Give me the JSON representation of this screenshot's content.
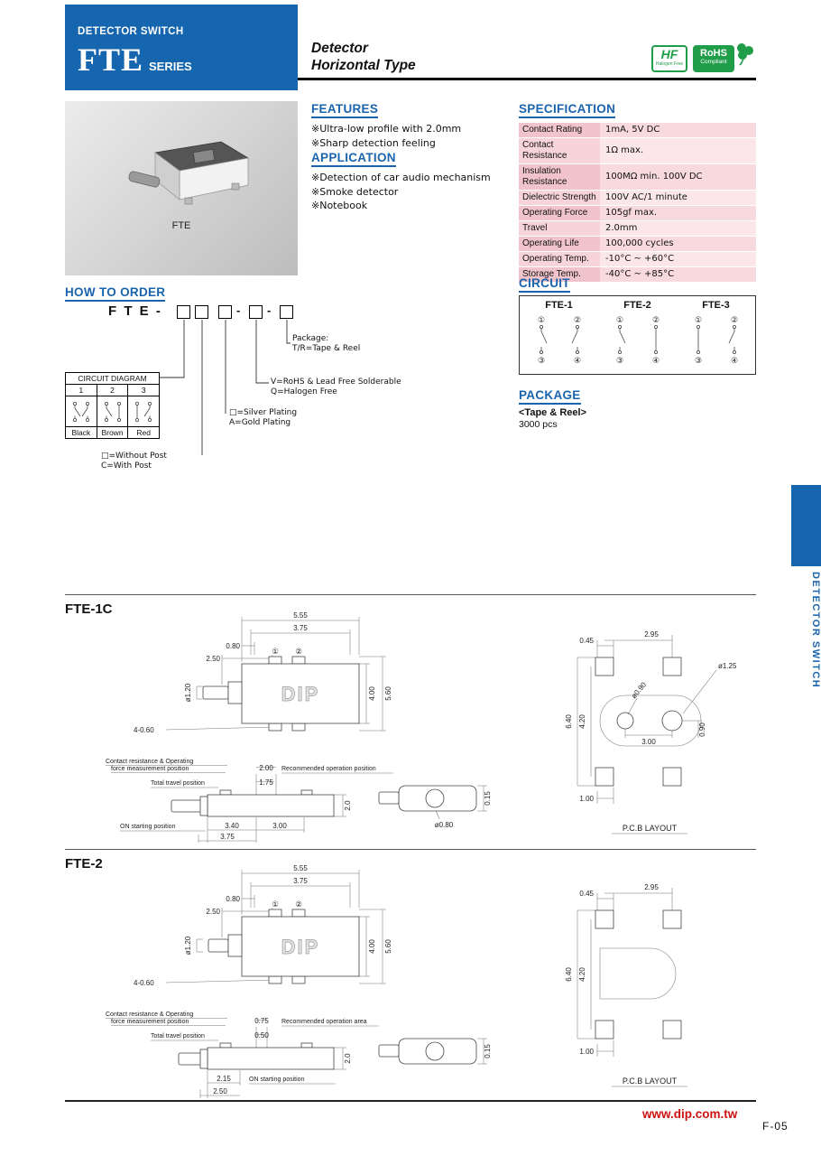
{
  "header": {
    "category": "DETECTOR SWITCH",
    "series": "FTE",
    "series_word": "SERIES",
    "product_type_line1": "Detector",
    "product_type_line2": "Horizontal Type",
    "hf_badge": {
      "abbr": "HF",
      "label": "Halogen Free"
    },
    "rohs_badge": {
      "abbr": "RoHS",
      "label": "Compliant"
    }
  },
  "product_image": {
    "caption": "FTE"
  },
  "features": {
    "title": "FEATURES",
    "items": [
      "※Ultra-low profile with 2.0mm",
      "※Sharp detection feeling"
    ]
  },
  "application": {
    "title": "APPLICATION",
    "items": [
      "※Detection of car audio mechanism",
      "※Smoke detector",
      "※Notebook"
    ]
  },
  "specification": {
    "title": "SPECIFICATION",
    "rows": [
      {
        "label": "Contact Rating",
        "value": "1mA, 5V DC"
      },
      {
        "label": "Contact Resistance",
        "value": "1Ω max."
      },
      {
        "label": "Insulation Resistance",
        "value": "100MΩ min. 100V DC"
      },
      {
        "label": "Dielectric Strength",
        "value": "100V AC/1 minute"
      },
      {
        "label": "Operating Force",
        "value": "105gf max."
      },
      {
        "label": "Travel",
        "value": "2.0mm"
      },
      {
        "label": "Operating Life",
        "value": "100,000 cycles"
      },
      {
        "label": "Operating Temp.",
        "value": "-10°C ~ +60°C"
      },
      {
        "label": "Storage Temp.",
        "value": "-40°C ~ +85°C"
      }
    ]
  },
  "how_to_order": {
    "title": "HOW TO ORDER",
    "code_prefix": "F T E -",
    "dash": "-",
    "package_note_1": "Package:",
    "package_note_2": "T/R=Tape & Reel",
    "solder_note_1": "V=RoHS & Lead Free Solderable",
    "solder_note_2": "Q=Halogen Free",
    "plating_note_1": "□=Silver Plating",
    "plating_note_2": "A=Gold Plating",
    "post_note_1": "□=Without Post",
    "post_note_2": "C=With Post",
    "circuit_diagram": {
      "title": "CIRCUIT DIAGRAM",
      "columns": [
        "1",
        "2",
        "3"
      ],
      "colors": [
        "Black",
        "Brown",
        "Red"
      ]
    }
  },
  "circuit": {
    "title": "CIRCUIT",
    "variants": [
      {
        "name": "FTE-1",
        "terminals": [
          "①",
          "②",
          "③",
          "④"
        ]
      },
      {
        "name": "FTE-2",
        "terminals": [
          "①",
          "②",
          "③",
          "④"
        ]
      },
      {
        "name": "FTE-3",
        "terminals": [
          "①",
          "②",
          "③",
          "④"
        ]
      }
    ]
  },
  "package": {
    "title": "PACKAGE",
    "type": "<Tape & Reel>",
    "quantity": "3000 pcs"
  },
  "side_tab": {
    "label": "DETECTOR SWITCH"
  },
  "drawings": {
    "fte1c": {
      "name": "FTE-1C",
      "logo": "DIP",
      "t1": "①",
      "t2": "②",
      "dim_555": "5.55",
      "dim_375": "3.75",
      "dim_080": "0.80",
      "dim_250": "2.50",
      "dim_400": "4.00",
      "dim_560": "5.60",
      "dim_dia120": "ø1.20",
      "dim_4_060": "4-0.60",
      "note_contact_1": "Contact resistance & Operating",
      "note_contact_2": "force measurement position",
      "dim_200": "2.00",
      "note_recommended": "Recommended operation position",
      "note_travel": "Total travel position",
      "dim_175": "1.75",
      "dim_20": "2.0",
      "dim_015": "0.15",
      "note_on": "ON starting position",
      "dim_340": "3.40",
      "dim_300": "3.00",
      "dim_375b": "3.75",
      "dim_dia080": "ø0.80",
      "pcb_045": "0.45",
      "pcb_295": "2.95",
      "pcb_dia090": "ø0.90",
      "pcb_dia125": "ø1.25",
      "pcb_640": "6.40",
      "pcb_420": "4.20",
      "pcb_300": "3.00",
      "pcb_090": "0.90",
      "pcb_100": "1.00",
      "pcb_title": "P.C.B LAYOUT"
    },
    "fte2": {
      "name": "FTE-2",
      "logo": "DIP",
      "t1": "①",
      "t2": "②",
      "dim_555": "5.55",
      "dim_375": "3.75",
      "dim_080": "0.80",
      "dim_250": "2.50",
      "dim_400": "4.00",
      "dim_560": "5.60",
      "dim_dia120": "ø1.20",
      "dim_4_060": "4-0.60",
      "note_contact_1": "Contact resistance & Operating",
      "note_contact_2": "force measurement position",
      "dim_075": "0.75",
      "note_recommended": "Recommended operation area",
      "note_travel": "Total travel position",
      "dim_050": "0.50",
      "dim_20": "2.0",
      "dim_015": "0.15",
      "dim_215": "2.15",
      "note_on": "ON starting position",
      "dim_250b": "2.50",
      "pcb_045": "0.45",
      "pcb_295": "2.95",
      "pcb_640": "6.40",
      "pcb_420": "4.20",
      "pcb_100": "1.00",
      "pcb_title": "P.C.B LAYOUT"
    }
  },
  "footer": {
    "website": "www.dip.com.tw",
    "page_number": "F-05"
  },
  "colors": {
    "brand_blue": "#1565af",
    "table_pink_dark": "#f1c3cb",
    "table_pink_light": "#f7d9de",
    "badge_green": "#1f9d49",
    "footer_red": "#cc1111"
  }
}
